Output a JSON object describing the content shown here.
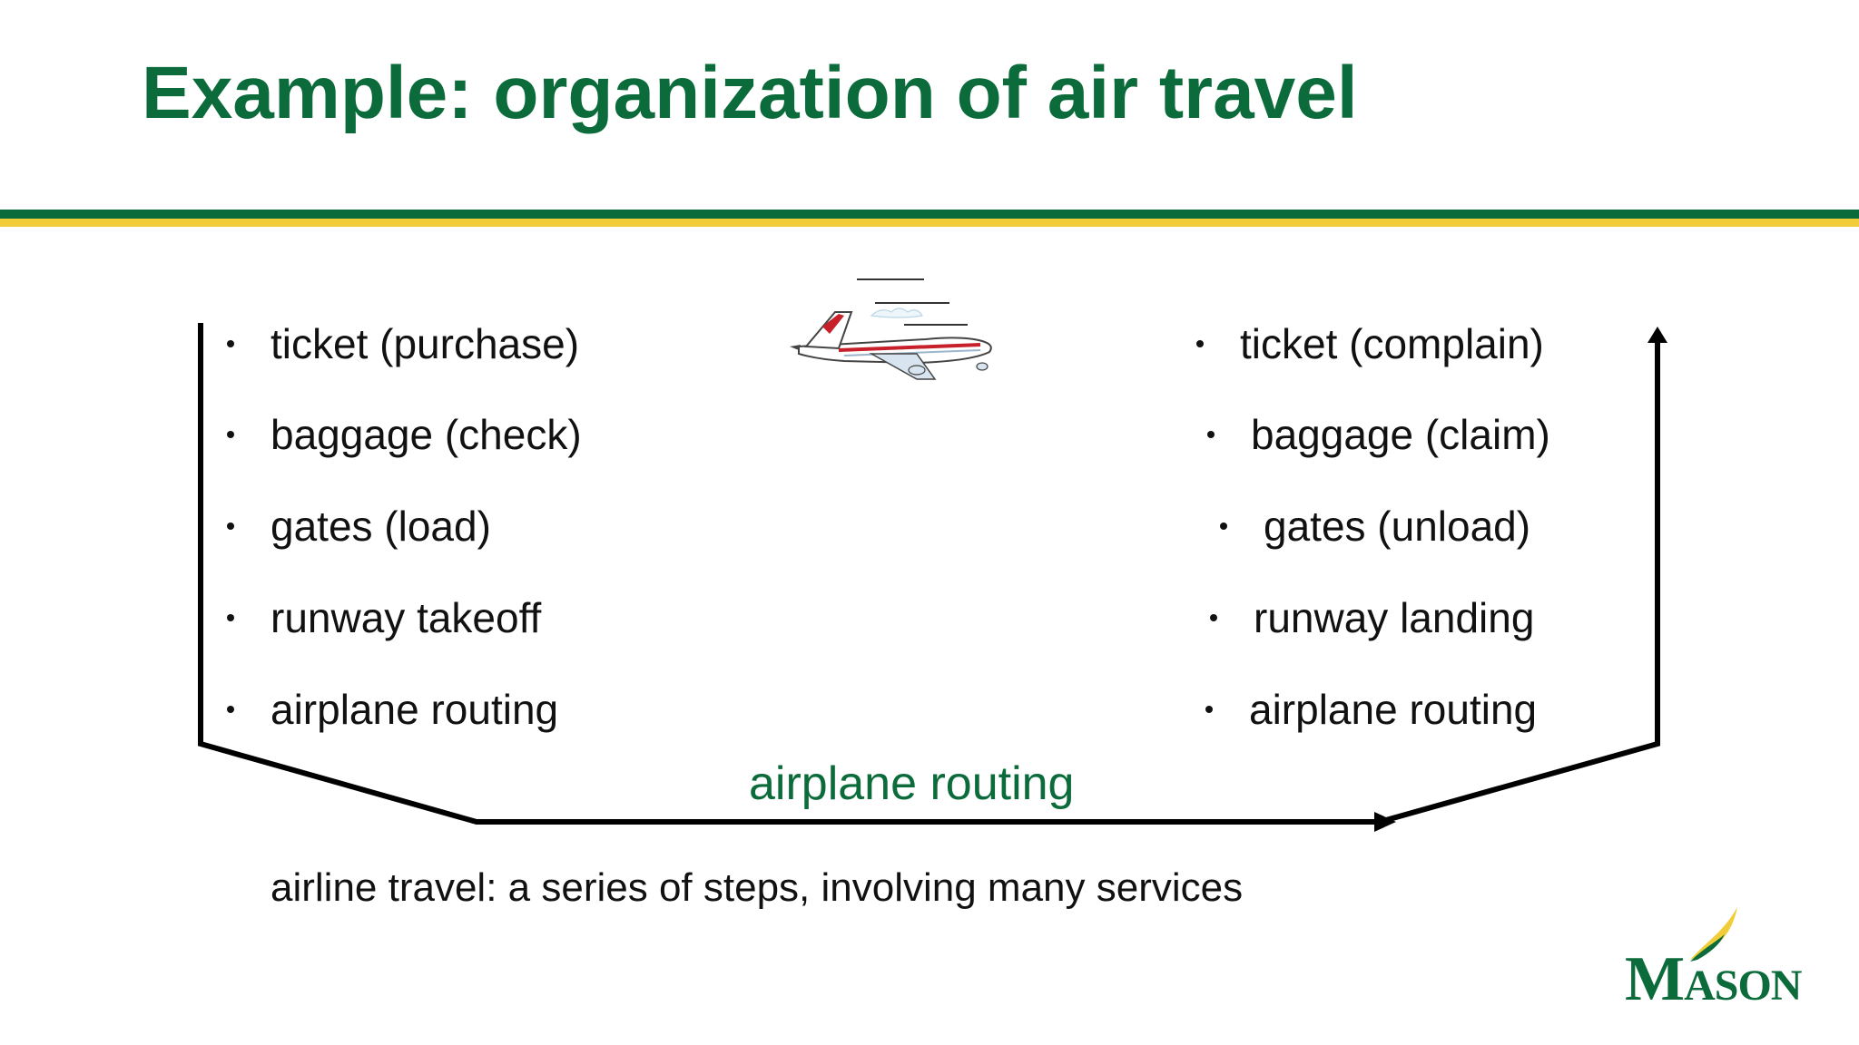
{
  "title": "Example: organization of air travel",
  "left_steps": [
    "ticket (purchase)",
    "baggage (check)",
    "gates (load)",
    "runway takeoff",
    "airplane routing"
  ],
  "right_steps": [
    "ticket (complain)",
    "baggage (claim)",
    "gates (unload)",
    "runway landing",
    "airplane routing"
  ],
  "routing_label": "airplane routing",
  "caption": "airline travel: a series of steps, involving many services",
  "logo": {
    "initial": "M",
    "rest": "ASON"
  },
  "colors": {
    "green": "#0b6b3a",
    "gold": "#f2cd3a"
  },
  "icons": {
    "airplane": "airplane-icon",
    "logo": "mason-logo"
  }
}
